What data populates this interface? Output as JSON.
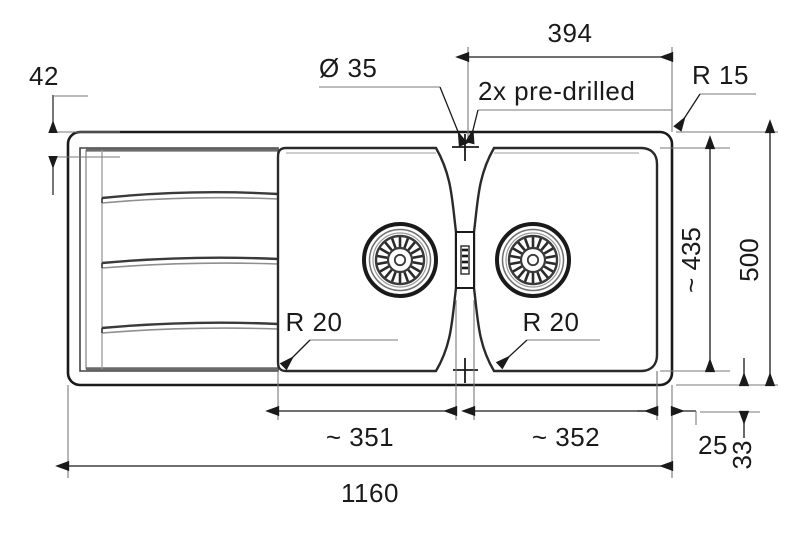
{
  "drawing": {
    "title": "Kitchen sink top-view dimensional drawing",
    "units": "mm",
    "line_color": "#1a1a1a",
    "background_color": "#ffffff"
  },
  "dimensions": {
    "rim_top_offset": "42",
    "tap_hole_diameter": "Ø 35",
    "predrilled_note": "2x pre-drilled",
    "predrilled_span": "394",
    "corner_radius_outer": "R 15",
    "bowl_radius_left": "R 20",
    "bowl_radius_right": "R 20",
    "inner_height": "~ 435",
    "overall_height": "500",
    "right_margin": "25",
    "bottom_margin": "33",
    "left_bowl_width": "~ 351",
    "right_bowl_width": "~ 352",
    "overall_width": "1160"
  },
  "features": {
    "drainboard_ridge_count": 3,
    "drain_left_label": "strainer-drain-left",
    "drain_right_label": "strainer-drain-right",
    "divider_label": "bowl-divider-overflow",
    "crosshair_top_label": "tap-hole-crosshair-top",
    "crosshair_bottom_label": "tap-hole-crosshair-bottom"
  }
}
